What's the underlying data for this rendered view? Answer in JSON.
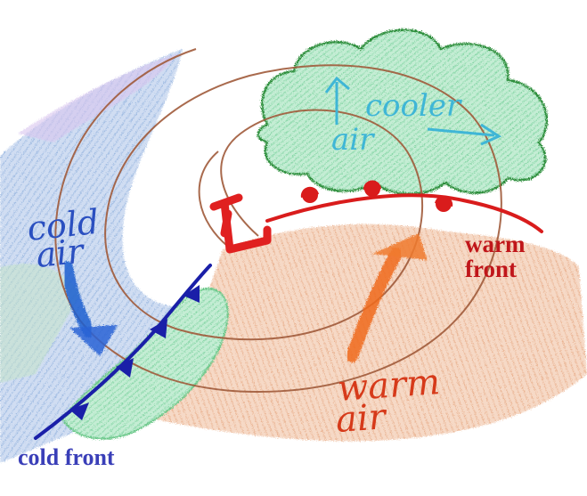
{
  "diagram": {
    "labels": {
      "cooler_air": [
        "cooler",
        "air"
      ],
      "cold_air": [
        "cold",
        "air"
      ],
      "warm_air": [
        "warm",
        "air"
      ],
      "low_symbol": "L",
      "warm_front": [
        "warm",
        "front"
      ],
      "cold_front": "cold front"
    },
    "colors": {
      "warm_front": "#d91c1c",
      "cold_front": "#1a1fa8",
      "cold_front_label": "#3a3fb8",
      "cooler_air_fill": "#a7e3c4",
      "cooler_air_outline": "#2e8f3c",
      "cooler_air_text": "#3fb6d6",
      "cold_air_region": "#a9c4e6",
      "cold_air_arrow": "#1f5fd0",
      "warm_air_region": "#e8a37a",
      "warm_air_arrow": "#f06a1e",
      "circulation": "#a05a3a",
      "cloud_band": "#7fd69a",
      "low_symbol": "#e02020"
    }
  }
}
